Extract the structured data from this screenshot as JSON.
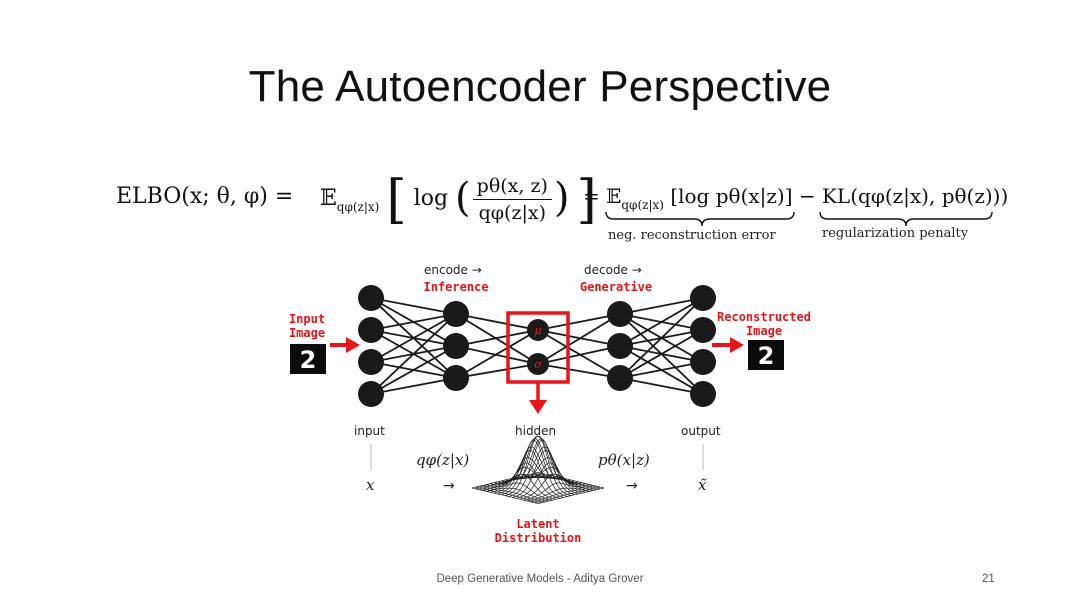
{
  "slide": {
    "title": "The Autoencoder Perspective",
    "footer": "Deep Generative Models - Aditya Grover",
    "page_number": "21"
  },
  "equation": {
    "lhs": "ELBO(x; θ, φ) =",
    "expectation_symbol": "𝔼",
    "expectation_sub": "qφ(z|x)",
    "log_text": "log",
    "numerator": "pθ(x, z)",
    "denominator": "qφ(z|x)",
    "rhs": "= 𝔼",
    "rhs_sub": "qφ(z|x)",
    "rhs_term": "[log pθ(x|z)] − KL(qφ(z|x), pθ(z)))",
    "brace_label_1": "neg. reconstruction error",
    "brace_label_2": "regularization penalty"
  },
  "diagram": {
    "encode_label": "encode →",
    "inference_label": "Inference",
    "decode_label": "decode →",
    "generative_label": "Generative",
    "input_image_label_1": "Input",
    "input_image_label_2": "Image",
    "reconstructed_label_1": "Reconstructed",
    "reconstructed_label_2": "Image",
    "mu_label": "μ",
    "sigma_label": "σ",
    "input_label": "input",
    "hidden_label": "hidden",
    "output_label": "output",
    "q_label": "qφ(z|x)",
    "p_label": "pθ(x|z)",
    "x_label": "x",
    "x_tilde_label": "x̃",
    "arrow_1": "→",
    "arrow_2": "→",
    "latent_label_1": "Latent",
    "latent_label_2": "Distribution",
    "digit": "2",
    "accent_color": "#e8141a",
    "node_color": "#1a1a1a"
  }
}
